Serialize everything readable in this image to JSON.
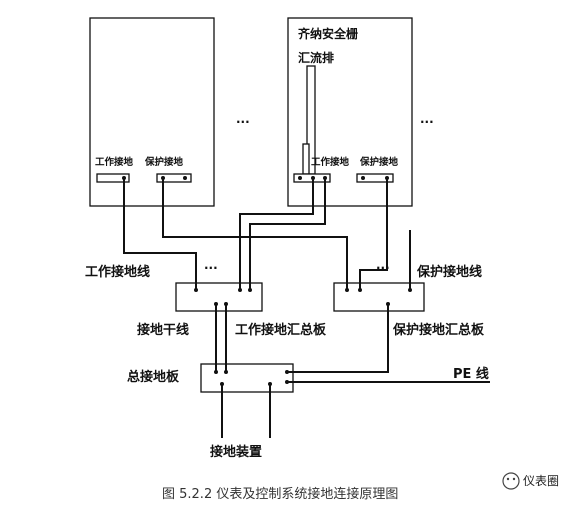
{
  "labels": {
    "safety_barrier": "齐纳安全栅",
    "busbar": "汇流排",
    "work_ground_left": "工作接地",
    "protect_ground_left": "保护接地",
    "work_ground_right": "工作接地",
    "protect_ground_right": "保护接地",
    "work_ground_line": "工作接地线",
    "protect_ground_line": "保护接地线",
    "ground_trunk": "接地干线",
    "work_ground_busbar": "工作接地汇总板",
    "protect_ground_busbar": "保护接地汇总板",
    "main_ground_plate": "总接地板",
    "pe_line": "PE 线",
    "grounding_device": "接地装置",
    "ellipsis": "···"
  },
  "caption": "图 5.2.2 仪表及控制系统接地连接原理图",
  "watermark": "仪表圈"
}
